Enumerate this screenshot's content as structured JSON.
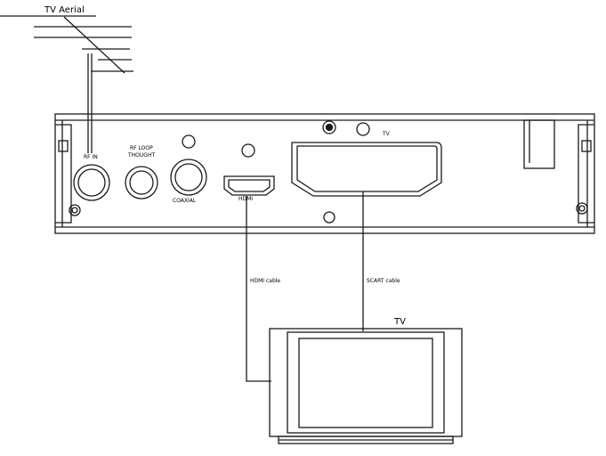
{
  "labels": {
    "aerial": "TV Aerial",
    "rf_in": "RF IN",
    "rf_loop_line1": "RF LOOP",
    "rf_loop_line2": "THOUGHT",
    "coaxial": "COAXIAL",
    "hdmi": "HDMI",
    "scart_port": "TV",
    "hdmi_cable": "HDMI cable",
    "scart_cable": "SCART cable",
    "tv": "TV"
  },
  "colors": {
    "line": "#1a1a1a",
    "background": "#ffffff"
  }
}
